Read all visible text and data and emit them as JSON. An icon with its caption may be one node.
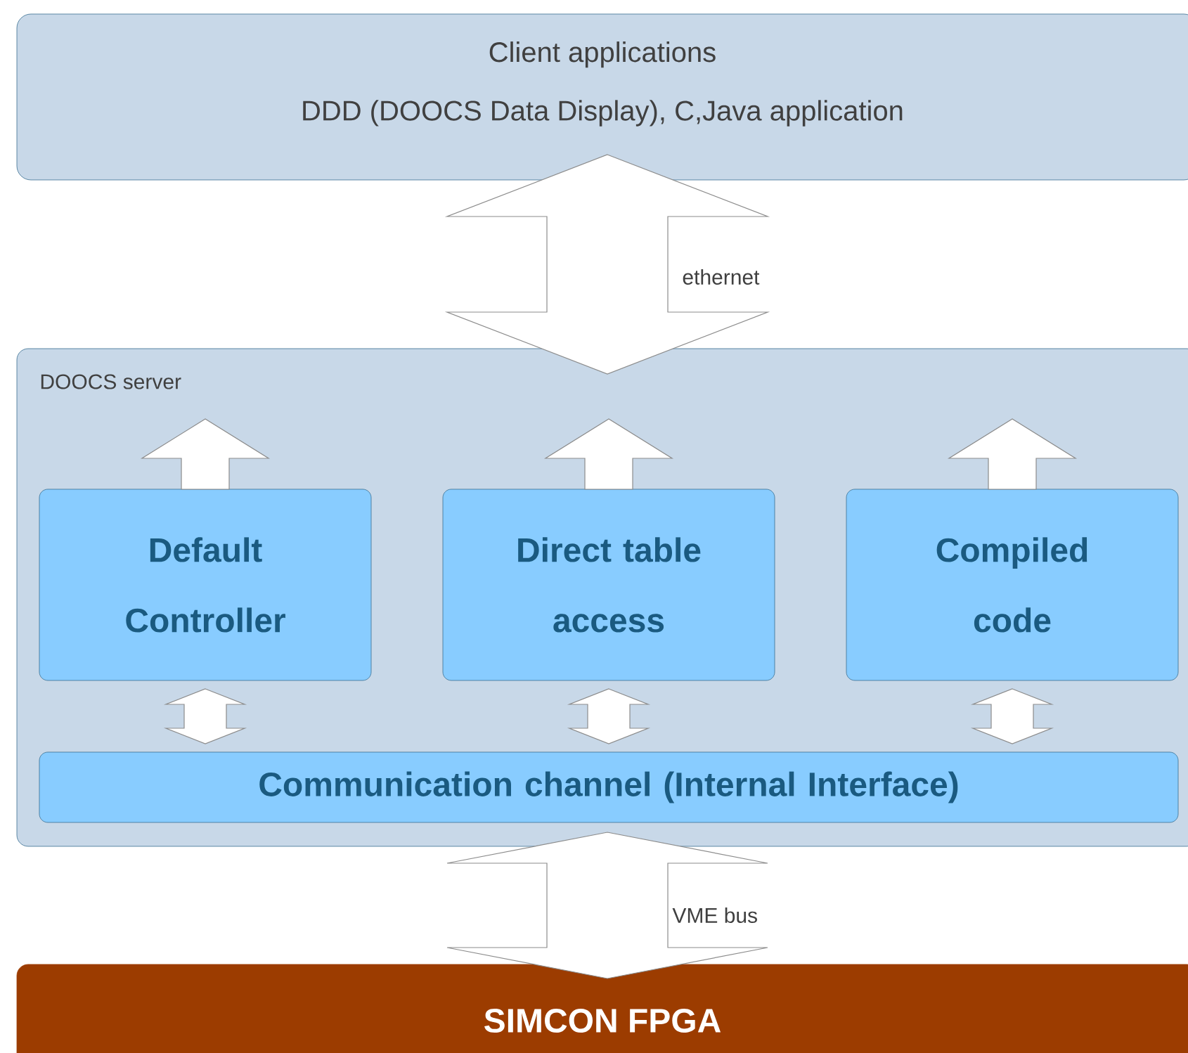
{
  "diagram": {
    "nodes": [
      {
        "text": [
          "Client applications",
          "DDD (DOOCS Data Display), C,Java application"
        ]
      },
      {
        "text": [
          "DOOCS server"
        ]
      },
      {
        "text": [
          "Default Controller"
        ],
        "in": 1
      },
      {
        "text": [
          "Direct table access"
        ],
        "in": 1
      },
      {
        "text": [
          "Compiled code"
        ],
        "in": 1
      },
      {
        "text": [
          "Communication channel (Internal Interface)"
        ],
        "in": 1
      },
      {
        "text": [
          "SIMCON FPGA"
        ]
      }
    ],
    "edges": [
      {
        "from": 0,
        "to": 1,
        "arrow": "both",
        "label": "ethernet"
      },
      {
        "from": 2,
        "to": null,
        "arrow": "to"
      },
      {
        "from": 3,
        "to": null,
        "arrow": "to"
      },
      {
        "from": 4,
        "to": null,
        "arrow": "to"
      },
      {
        "from": 2,
        "to": 5,
        "arrow": "both"
      },
      {
        "from": 3,
        "to": 5,
        "arrow": "both"
      },
      {
        "from": 4,
        "to": 5,
        "arrow": "both"
      },
      {
        "from": 1,
        "to": 6,
        "arrow": "both",
        "label": "VME bus"
      }
    ]
  }
}
